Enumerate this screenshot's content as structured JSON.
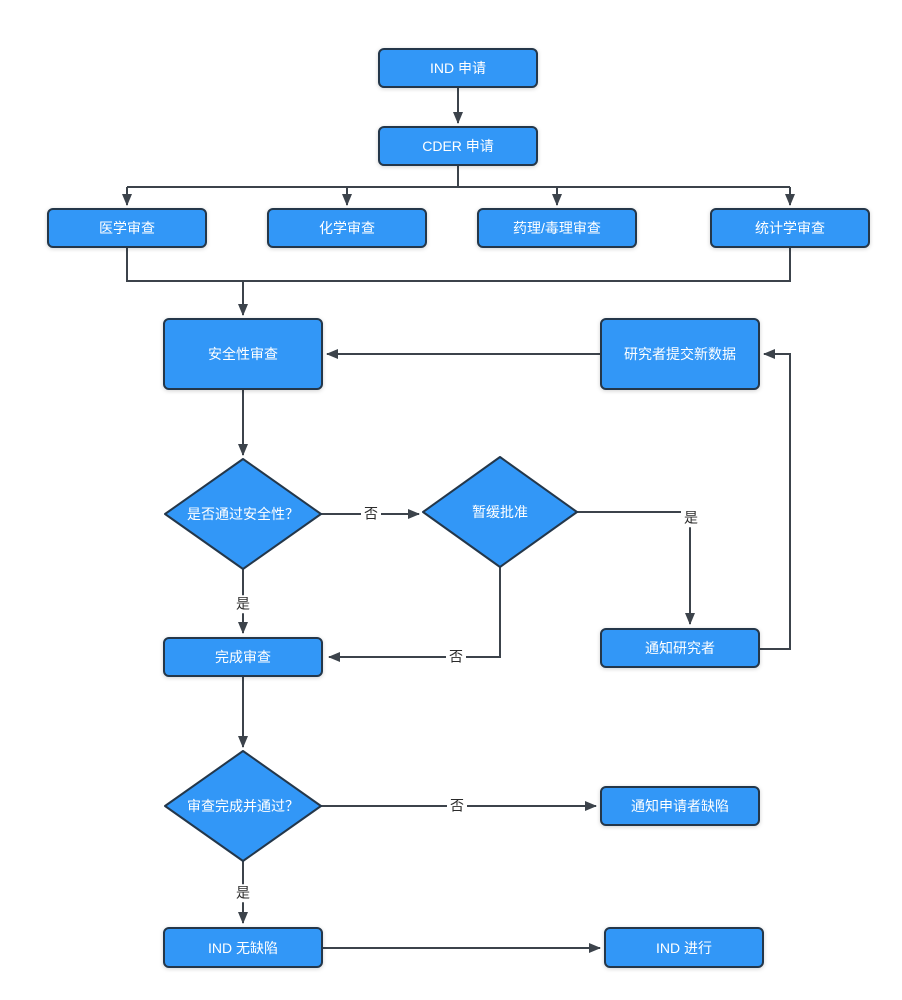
{
  "diagram": {
    "colors": {
      "node_fill": "#3297f7",
      "node_border": "#24374a",
      "line": "#3c434b",
      "node_text": "#ffffff",
      "label_text": "#2b2b2b",
      "background": "#ffffff"
    },
    "nodes": {
      "ind_application": {
        "label": "IND 申请"
      },
      "cder_application": {
        "label": "CDER 申请"
      },
      "medical_review": {
        "label": "医学审查"
      },
      "chemistry_review": {
        "label": "化学审查"
      },
      "pharmtox_review": {
        "label": "药理/毒理审查"
      },
      "statistics_review": {
        "label": "统计学审查"
      },
      "safety_review": {
        "label": "安全性审查"
      },
      "researcher_submits_new_data": {
        "label": "研究者提交新数据"
      },
      "pass_safety_decision": {
        "label": "是否通过安全性？"
      },
      "hold_approval_decision": {
        "label": "暂缓批准"
      },
      "notify_researcher": {
        "label": "通知研究者"
      },
      "complete_review": {
        "label": "完成审查"
      },
      "review_done_passed_decision": {
        "label": "审查完成并通过？"
      },
      "notify_applicant_deficiency": {
        "label": "通知申请者缺陷"
      },
      "ind_no_deficiency": {
        "label": "IND 无缺陷"
      },
      "ind_proceed": {
        "label": "IND 进行"
      }
    },
    "edge_labels": {
      "no_to_hold": "否",
      "yes_to_notify_researcher": "是",
      "yes_to_complete_review": "是",
      "no_to_complete_review": "否",
      "no_to_notify_applicant": "否",
      "yes_to_ind_no_deficiency": "是"
    }
  }
}
